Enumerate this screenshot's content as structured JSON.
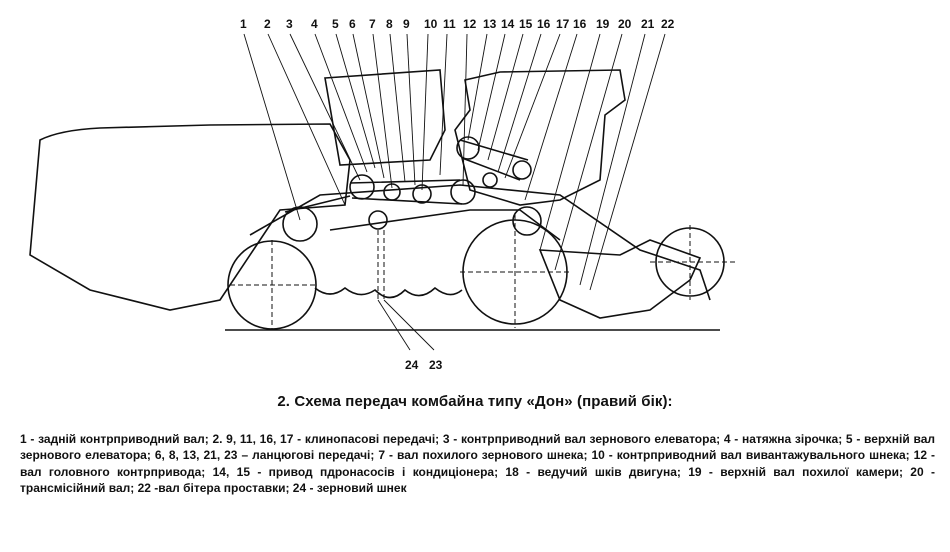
{
  "diagram": {
    "top_labels": [
      "1",
      "2",
      "3",
      "4",
      "5",
      "6",
      "7",
      "8",
      "9",
      "10",
      "11",
      "12",
      "13",
      "14",
      "15",
      "16",
      "17",
      "16",
      "19",
      "20",
      "21",
      "22"
    ],
    "bottom_labels": [
      "24",
      "23"
    ]
  },
  "caption": "2. Схема передач комбайна типу «Дон» (правий бік):",
  "legend": "1 - задній контрприводний вал; 2. 9, 11, 16, 17 - клинопасові передачі; 3 - контрприводний вал зернового елеватора; 4 - натяжна зірочка; 5 - верхній вал зернового елеватора; 6, 8, 13, 21, 23 – ланцюгові передачі; 7 - вал похилого зернового шнека; 10 - контрприводний вал вивантажувального шнека; 12 - вал головного контрпривода; 14, 15 - привод пдронасосів і кондиціонера; 18 - ведучий шків двигуна; 19 - верхній вал похилої камери; 20 - трансмісійний вал; 22 -вал бітера проставки; 24 - зерновий шнек"
}
